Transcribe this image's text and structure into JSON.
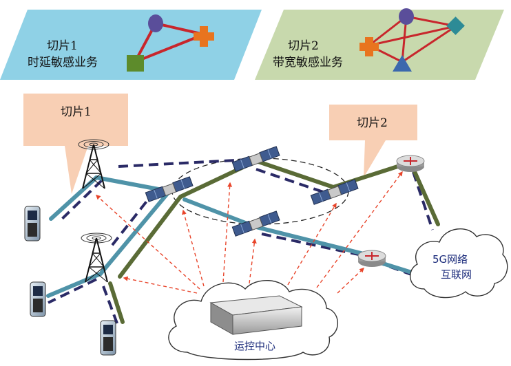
{
  "legend_slice1": {
    "line1": "切片1",
    "line2": "时延敏感业务",
    "bg": "#8fd1e6"
  },
  "legend_slice2": {
    "line1": "切片2",
    "line2": "带宽敏感业务",
    "bg": "#c8d9ad"
  },
  "callout_slice1": {
    "label": "切片1",
    "bg": "#f8cfb4"
  },
  "callout_slice2": {
    "label": "切片2",
    "bg": "#f8cfb4"
  },
  "cloud_internet": {
    "line1": "5G网络",
    "line2": "互联网"
  },
  "cloud_control": {
    "label": "运控中心"
  },
  "colors": {
    "slice1_link": "#4f93a8",
    "slice2_link": "#5a6b36",
    "dashed_link": "#2a2a66",
    "control_link": "#e8442a",
    "node_purple": "#5a4e9a",
    "node_orange": "#e8741f",
    "node_green": "#5d8b2b",
    "node_teal": "#2d8b96",
    "node_blue": "#3b68ad",
    "edge_red": "#c8262c"
  }
}
